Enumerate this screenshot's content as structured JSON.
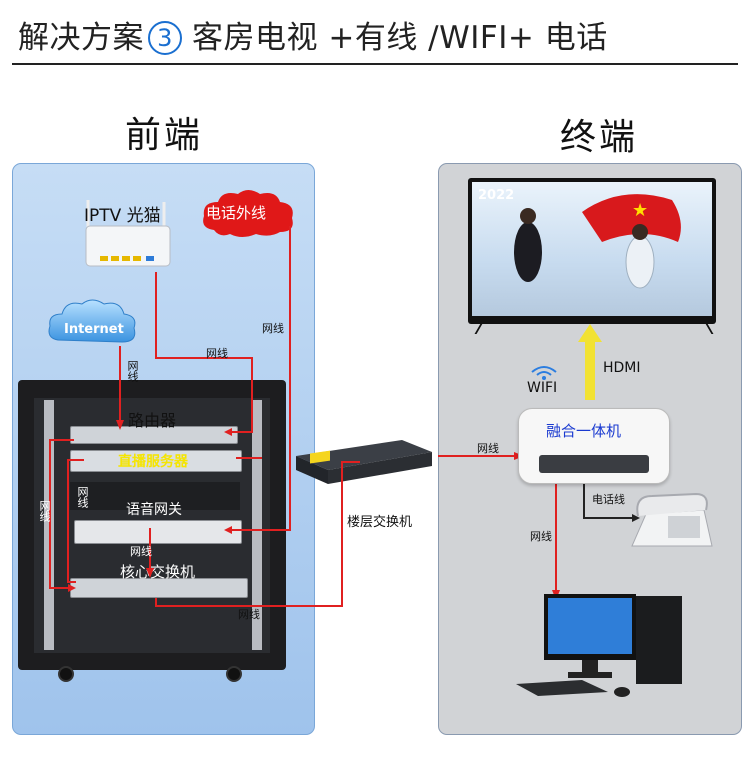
{
  "title": {
    "main": "解决方案",
    "number": "3",
    "subtitle": "客房电视 +有线 /WIFI+ 电话"
  },
  "headings": {
    "front": "前端",
    "terminal": "终端"
  },
  "devices": {
    "iptv": "IPTV 光猫",
    "phone_line": "电话外线",
    "internet": "Internet",
    "router": "路由器",
    "live_server": "直播服务器",
    "voice_gateway": "语音网关",
    "core_switch": "核心交换机",
    "floor_switch": "楼层交换机",
    "fusion_box": "融合一体机",
    "wifi": "WIFI",
    "hdmi": "HDMI"
  },
  "cable_labels": {
    "net1": "网线",
    "net2": "网线",
    "net3": "网线",
    "net4": "网线",
    "net5": "网线",
    "net6": "网线",
    "net7": "网线",
    "net8": "网线",
    "net9": "网线",
    "phone": "电话线"
  },
  "tv_screen": {
    "year": "2022"
  },
  "colors": {
    "accent": "#1a6fd0",
    "cable": "#e02020",
    "hdmi_arrow": "#f2e233",
    "phone_cloud": "#e01818"
  }
}
